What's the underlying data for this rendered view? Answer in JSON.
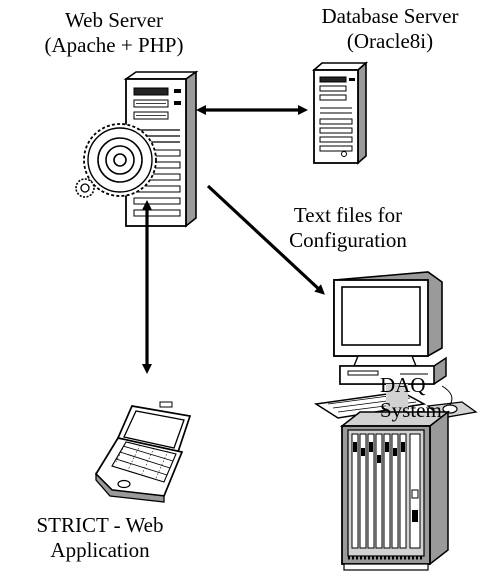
{
  "labels": {
    "web_server": [
      "Web Server",
      "(Apache + PHP)"
    ],
    "database_server": [
      "Database Server",
      "(Oracle8i)"
    ],
    "text_files": [
      "Text files for",
      "Configuration"
    ],
    "daq": [
      "DAQ",
      "System"
    ],
    "strict": [
      "STRICT - Web",
      "Application"
    ]
  },
  "icons": [
    "web-server-tower-icon",
    "gear-icon",
    "database-server-tower-icon",
    "desktop-computer-icon",
    "laptop-icon",
    "rack-crate-icon"
  ],
  "colors": {
    "ink": "#000000",
    "paper": "#ffffff",
    "shade": "#9a9a9a",
    "light_shade": "#d2d2d2"
  }
}
